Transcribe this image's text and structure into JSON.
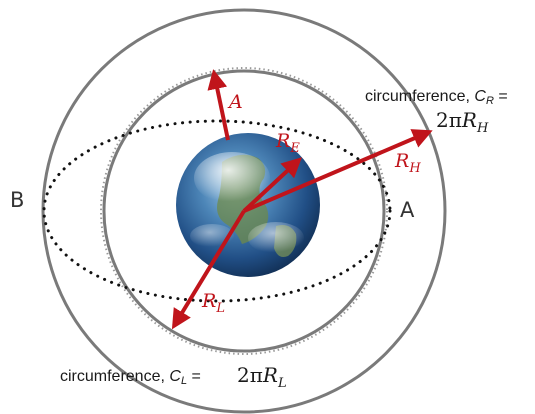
{
  "labels": {
    "arrow_a": "A",
    "arrow_re": {
      "main": "R",
      "sub": "E"
    },
    "arrow_rh": {
      "main": "R",
      "sub": "H"
    },
    "arrow_rl": {
      "main": "R",
      "sub": "L"
    },
    "point_b": "B",
    "point_a": "A"
  },
  "captions": {
    "top": {
      "text": "circumference, ",
      "var": "C",
      "sub": "R",
      "eq": " =",
      "formula": "2π",
      "formula_var": "R",
      "formula_sub": "H"
    },
    "bottom": {
      "text": "circumference, ",
      "var": "C",
      "sub": "L",
      "eq": " = ",
      "formula": "2π",
      "formula_var": "R",
      "formula_sub": "L"
    }
  },
  "colors": {
    "arrow": "#c0141b",
    "outer_circle": "#7a7a7a",
    "inner_circle": "#7a7a7a",
    "ellipse": "#111111",
    "text": "#1a1a1a"
  }
}
